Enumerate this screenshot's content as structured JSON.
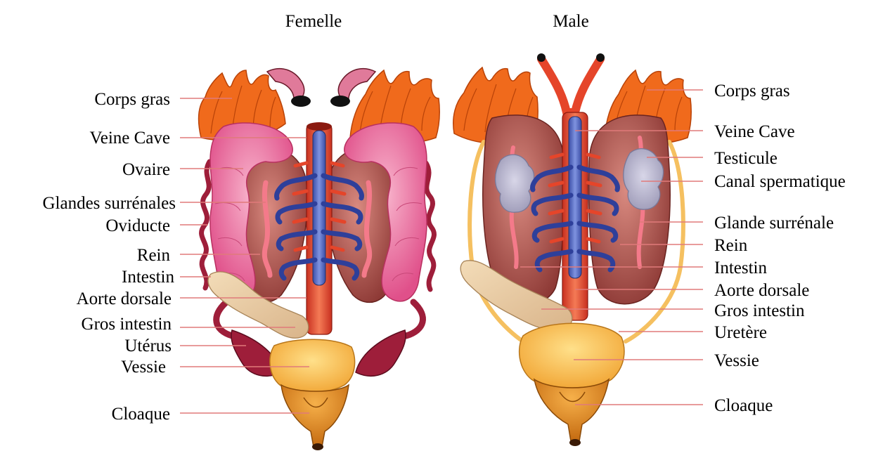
{
  "titles": {
    "female": "Femelle",
    "male": "Male"
  },
  "female_labels": {
    "corps_gras": "Corps gras",
    "veine_cave": "Veine Cave",
    "ovaire": "Ovaire",
    "glandes_surrenales": "Glandes surrénales",
    "oviducte": "Oviducte",
    "rein": "Rein",
    "intestin": "Intestin",
    "aorte_dorsale": "Aorte dorsale",
    "gros_intestin": "Gros intestin",
    "uterus": "Utérus",
    "vessie": "Vessie",
    "cloaque": "Cloaque"
  },
  "male_labels": {
    "corps_gras": "Corps gras",
    "veine_cave": "Veine Cave",
    "testicule": "Testicule",
    "canal_spermatique": "Canal spermatique",
    "glande_surrenale": "Glande surrénale",
    "rein": "Rein",
    "intestin": "Intestin",
    "aorte_dorsale": "Aorte dorsale",
    "gros_intestin": "Gros intestin",
    "uretere": "Uretère",
    "vessie": "Vessie",
    "cloaque": "Cloaque"
  },
  "colors": {
    "fat_body": "#f06a1c",
    "fat_body_dark": "#c8460a",
    "kidney": "#a8504a",
    "kidney_light": "#d98a80",
    "ovary": "#e85a8a",
    "ovary_light": "#f7a8c4",
    "oviduct": "#9e1e3a",
    "aorta": "#e5452a",
    "vena_cava": "#4a5fb0",
    "vein_branches": "#2e3f9a",
    "testis": "#b9b7cc",
    "intestine": "#e8c9a0",
    "bladder": "#f7c14a",
    "bladder_dark": "#d48a18",
    "ureter": "#f5c060",
    "leader_lines": "#e07a7a"
  }
}
